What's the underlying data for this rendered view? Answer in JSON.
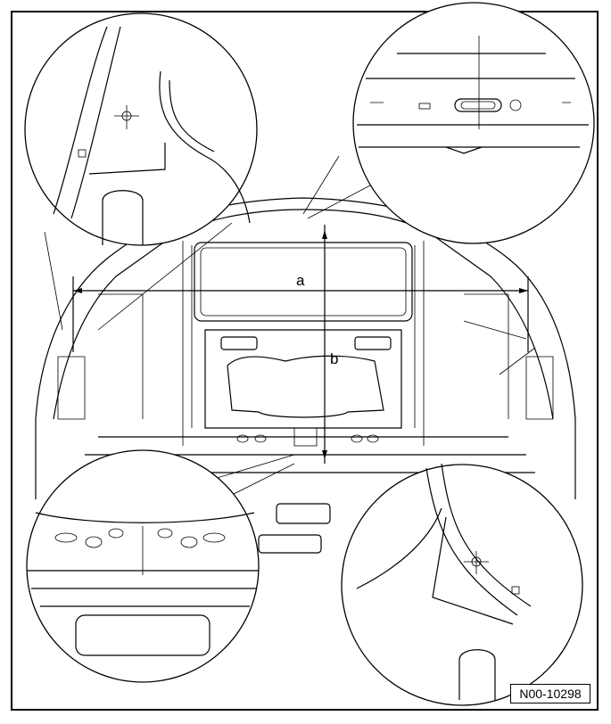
{
  "dimensions": {
    "a": "a",
    "b": "b"
  },
  "figure_id": "N00-10298"
}
